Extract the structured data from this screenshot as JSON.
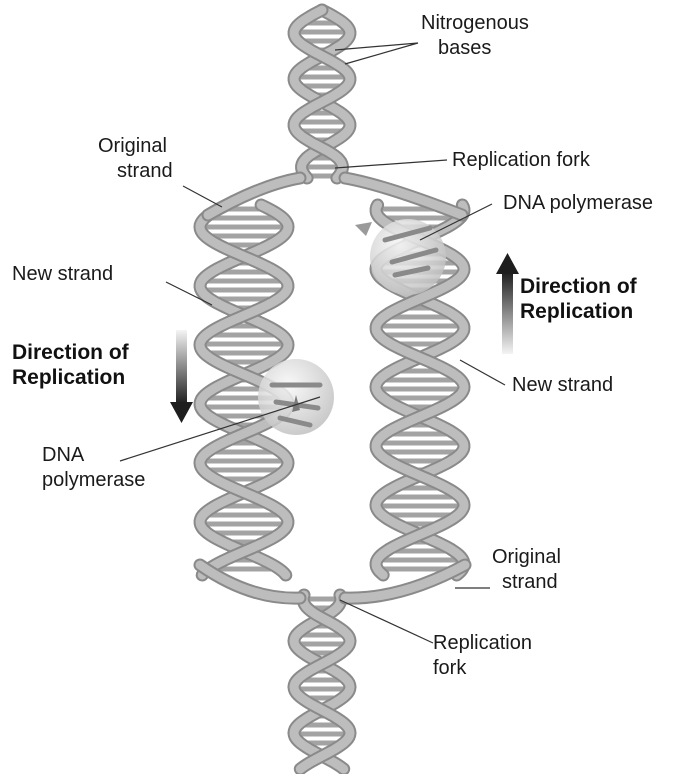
{
  "labels": {
    "nitrogenous_bases": {
      "line1": "Nitrogenous",
      "line2": "bases"
    },
    "original_strand_top": {
      "line1": "Original",
      "line2": "strand"
    },
    "replication_fork_top": "Replication fork",
    "dna_polymerase_right": "DNA polymerase",
    "new_strand_left": "New strand",
    "direction_right": {
      "line1": "Direction of",
      "line2": "Replication"
    },
    "direction_left": {
      "line1": "Direction of",
      "line2": "Replication"
    },
    "new_strand_right": "New strand",
    "dna_polymerase_left": {
      "line1": "DNA",
      "line2": "polymerase"
    },
    "original_strand_bottom": {
      "line1": "Original",
      "line2": "strand"
    },
    "replication_fork_bottom": {
      "line1": "Replication",
      "line2": "fork"
    }
  },
  "colors": {
    "backbone": "#bdbdbd",
    "backbone_edge": "#8a8a8a",
    "base_pair": "#9a9a9a",
    "arrow": "#2a2a2a",
    "enzyme": "#d6d6d6"
  }
}
